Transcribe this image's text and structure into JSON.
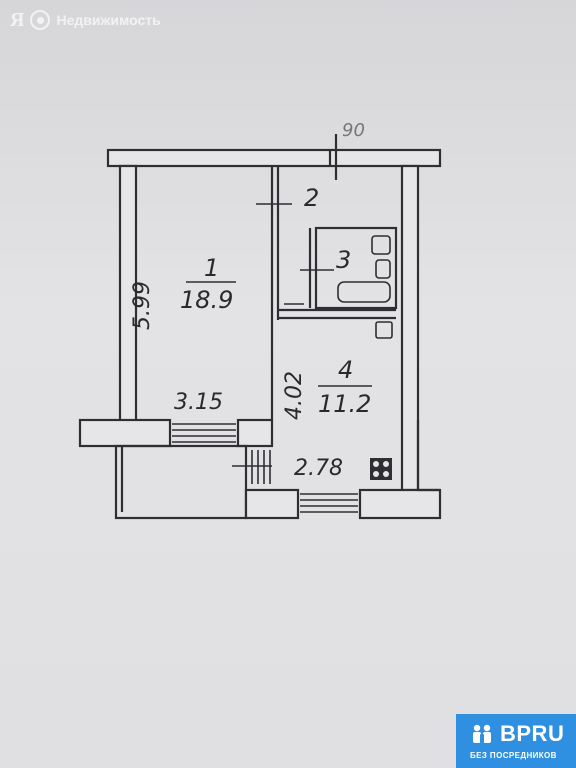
{
  "watermark": {
    "prefix": "Я",
    "text": "Недвижимость"
  },
  "badge": {
    "brand": "BPRU",
    "tagline": "БЕЗ ПОСРЕДНИКОВ"
  },
  "plan": {
    "angle_mark": "90",
    "rooms": [
      {
        "number": "1",
        "area": "18.9"
      },
      {
        "number": "2"
      },
      {
        "number": "3"
      },
      {
        "number": "4",
        "area": "11.2"
      }
    ],
    "dimensions": {
      "room1_length": "5.99",
      "room1_width": "3.15",
      "room4_length": "4.02",
      "room4_width": "2.78"
    }
  }
}
